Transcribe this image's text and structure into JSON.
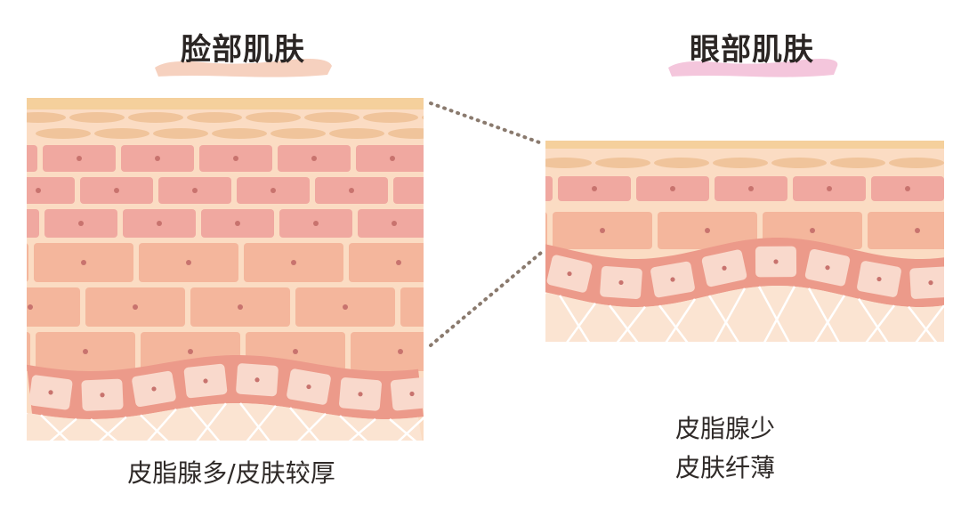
{
  "left": {
    "title": "脸部肌肤",
    "caption": "皮脂腺多/皮肤较厚"
  },
  "right": {
    "title": "眼部肌肤",
    "caption_line1": "皮脂腺少",
    "caption_line2": "皮肤纤薄"
  },
  "colors": {
    "outer_layer": "#f5d09c",
    "flat_cells": "#f0c49b",
    "pink_cells": "#f0a8a0",
    "salmon_cells": "#f4b69c",
    "background_tissue": "#fbdcc3",
    "basal_band": "#ec9a8a",
    "basal_cells": "#f9d9cc",
    "nucleus": "#c8736e",
    "connector_dots": "#8a7a6e",
    "left_brush": "#f5c9b4",
    "right_brush": "#f2bcd6"
  }
}
